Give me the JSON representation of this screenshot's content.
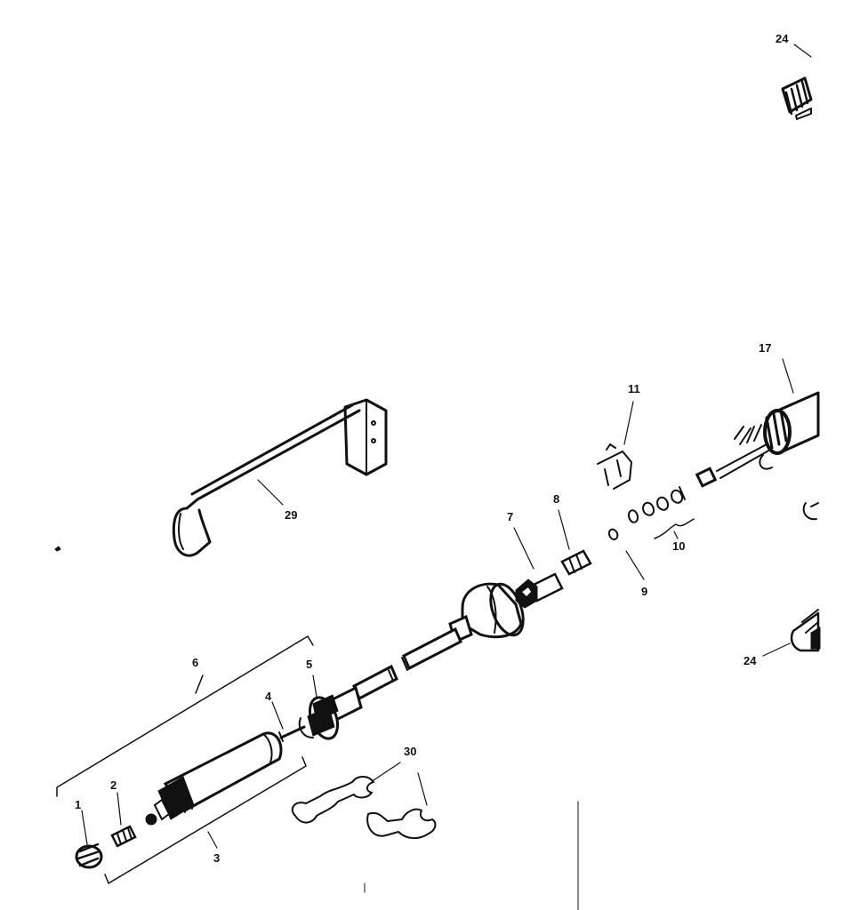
{
  "labels": {
    "l1": "1",
    "l2": "2",
    "l3": "3",
    "l4": "4",
    "l5": "5",
    "l6": "6",
    "l7": "7",
    "l8": "8",
    "l9": "9",
    "l10": "10",
    "l11": "11",
    "l17": "17",
    "l24a": "24",
    "l24b": "24",
    "l29": "29",
    "l30": "30"
  },
  "colors": {
    "ink": "#111111",
    "paper": "#ffffff"
  }
}
